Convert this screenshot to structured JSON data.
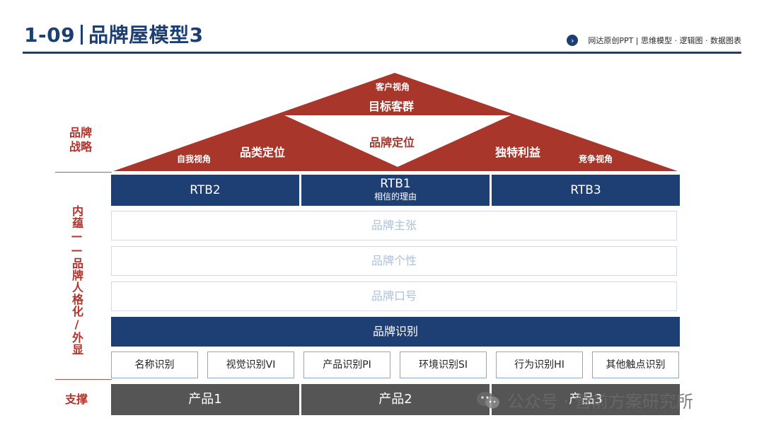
{
  "header": {
    "number": "1-09",
    "title": "品牌屋模型3",
    "subtitle": "网达原创PPT | 思维模型 · 逻辑图 · 数据图表"
  },
  "side_labels": {
    "strategy": "品牌战略",
    "connotation": "内蕴——品牌人格化/外显",
    "support": "支撑"
  },
  "roof": {
    "customer_view": "客户视角",
    "target_group": "目标客群",
    "self_view": "自我视角",
    "category_positioning": "品类定位",
    "brand_positioning": "品牌定位",
    "unique_benefit": "独特利益",
    "competitor_view": "竞争视角"
  },
  "rtb": {
    "left": "RTB2",
    "center": "RTB1",
    "center_sub": "相信的理由",
    "right": "RTB3"
  },
  "layers": {
    "proposition": "品牌主张",
    "personality": "品牌个性",
    "slogan": "品牌口号",
    "identity": "品牌识别"
  },
  "identity_items": [
    "名称识别",
    "视觉识别VI",
    "产品识别PI",
    "环境识别SI",
    "行为识别HI",
    "其他触点识别"
  ],
  "products": [
    "产品1",
    "产品2",
    "产品3"
  ],
  "watermark": "公众号 · 营前方案研究所",
  "colors": {
    "navy": "#1e3f73",
    "red": "#a8362a",
    "gray": "#555555"
  }
}
